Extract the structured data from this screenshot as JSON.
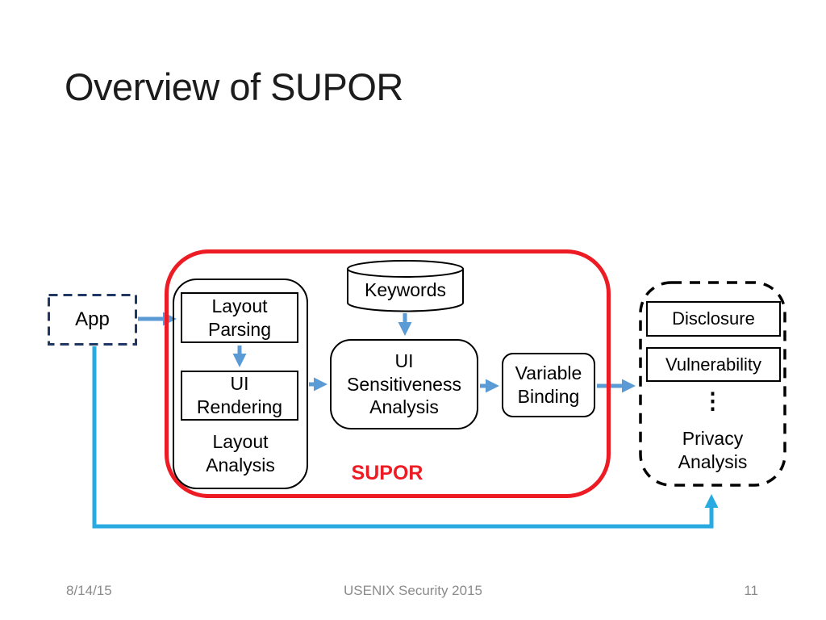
{
  "title": "Overview of SUPOR",
  "nodes": {
    "app": "App",
    "layout_parsing": [
      "Layout",
      "Parsing"
    ],
    "ui_rendering": [
      "UI",
      "Rendering"
    ],
    "layout_analysis": [
      "Layout",
      "Analysis"
    ],
    "keywords": "Keywords",
    "ui_sensitiveness": [
      "UI",
      "Sensitiveness",
      "Analysis"
    ],
    "variable_binding": [
      "Variable",
      "Binding"
    ],
    "supor": "SUPOR",
    "disclosure": "Disclosure",
    "vulnerability": "Vulnerability",
    "ellipsis": "⋮",
    "privacy_analysis": [
      "Privacy",
      "Analysis"
    ]
  },
  "edges": [
    {
      "from": "App",
      "to": "Layout Parsing",
      "style": "blue-arrow"
    },
    {
      "from": "Layout Parsing",
      "to": "UI Rendering",
      "style": "blue-arrow"
    },
    {
      "from": "Keywords",
      "to": "UI Sensitiveness Analysis",
      "style": "blue-arrow"
    },
    {
      "from": "Layout Analysis",
      "to": "UI Sensitiveness Analysis",
      "style": "blue-arrow"
    },
    {
      "from": "UI Sensitiveness Analysis",
      "to": "Variable Binding",
      "style": "blue-arrow"
    },
    {
      "from": "Variable Binding",
      "to": "Privacy Analysis",
      "style": "blue-arrow"
    },
    {
      "from": "App",
      "to": "Privacy Analysis",
      "style": "cyan-feedback-arrow"
    }
  ],
  "colors": {
    "supor_outline": "#ED1C24",
    "supor_text": "#ED1C24",
    "flow_arrow_blue": "#5B9BD5",
    "feedback_arrow_cyan": "#29ABE2",
    "app_outline_navy": "#1F3864",
    "box_outline": "#000000",
    "footer_text": "#8A8A8A"
  },
  "footer": {
    "date": "8/14/15",
    "venue": "USENIX Security 2015",
    "page": "11"
  }
}
